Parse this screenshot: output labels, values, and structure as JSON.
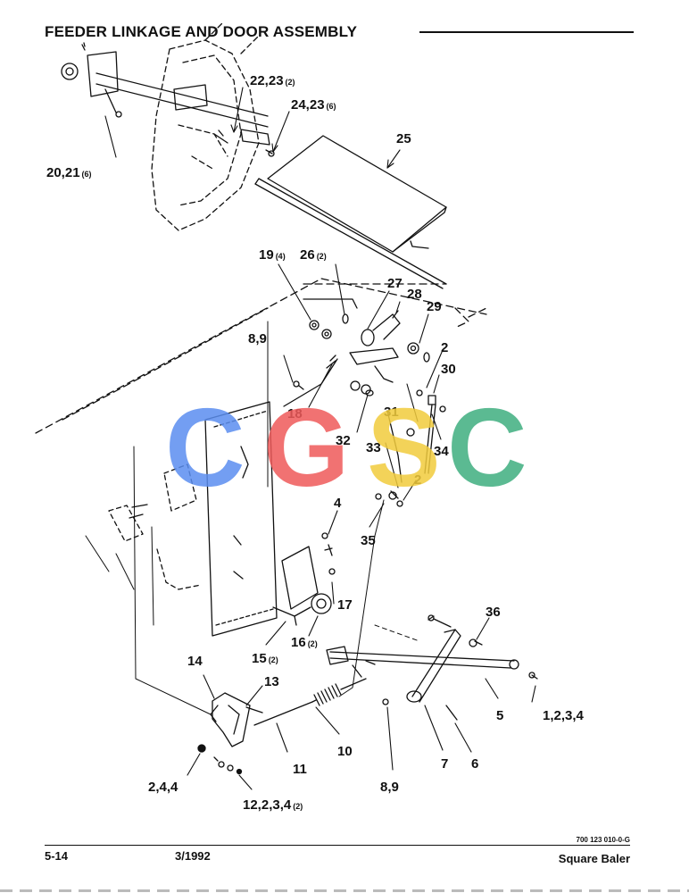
{
  "title": "FEEDER LINKAGE AND DOOR ASSEMBLY",
  "drawing_number": "700 123 010-0-G",
  "footer": {
    "page_number": "5-14",
    "date": "3/1992",
    "product": "Square Baler"
  },
  "watermark_text": "CGSC",
  "watermark_colors": [
    "#5b8ef0",
    "#ef5a5a",
    "#f2cc3d",
    "#3fae7f"
  ],
  "callouts": [
    {
      "id": "c-22-23",
      "num": "22,23",
      "qty": "(2)"
    },
    {
      "id": "c-24-23",
      "num": "24,23",
      "qty": "(6)"
    },
    {
      "id": "c-20-21",
      "num": "20,21",
      "qty": "(6)"
    },
    {
      "id": "c-25",
      "num": "25",
      "qty": ""
    },
    {
      "id": "c-19",
      "num": "19",
      "qty": "(4)"
    },
    {
      "id": "c-26",
      "num": "26",
      "qty": "(2)"
    },
    {
      "id": "c-27",
      "num": "27",
      "qty": ""
    },
    {
      "id": "c-28",
      "num": "28",
      "qty": ""
    },
    {
      "id": "c-29",
      "num": "29",
      "qty": ""
    },
    {
      "id": "c-8-9-top",
      "num": "8,9",
      "qty": ""
    },
    {
      "id": "c-2-top",
      "num": "2",
      "qty": ""
    },
    {
      "id": "c-30",
      "num": "30",
      "qty": ""
    },
    {
      "id": "c-18",
      "num": "18",
      "qty": ""
    },
    {
      "id": "c-31",
      "num": "31",
      "qty": ""
    },
    {
      "id": "c-32",
      "num": "32",
      "qty": ""
    },
    {
      "id": "c-33",
      "num": "33",
      "qty": ""
    },
    {
      "id": "c-34",
      "num": "34",
      "qty": ""
    },
    {
      "id": "c-2-mid",
      "num": "2",
      "qty": ""
    },
    {
      "id": "c-35",
      "num": "35",
      "qty": ""
    },
    {
      "id": "c-4",
      "num": "4",
      "qty": ""
    },
    {
      "id": "c-17",
      "num": "17",
      "qty": ""
    },
    {
      "id": "c-16",
      "num": "16",
      "qty": "(2)"
    },
    {
      "id": "c-15",
      "num": "15",
      "qty": "(2)"
    },
    {
      "id": "c-36",
      "num": "36",
      "qty": ""
    },
    {
      "id": "c-14",
      "num": "14",
      "qty": ""
    },
    {
      "id": "c-13",
      "num": "13",
      "qty": ""
    },
    {
      "id": "c-5",
      "num": "5",
      "qty": ""
    },
    {
      "id": "c-1-2-3-4",
      "num": "1,2,3,4",
      "qty": ""
    },
    {
      "id": "c-10",
      "num": "10",
      "qty": ""
    },
    {
      "id": "c-7",
      "num": "7",
      "qty": ""
    },
    {
      "id": "c-6",
      "num": "6",
      "qty": ""
    },
    {
      "id": "c-11",
      "num": "11",
      "qty": ""
    },
    {
      "id": "c-2-4-4",
      "num": "2,4,4",
      "qty": ""
    },
    {
      "id": "c-8-9-bottom",
      "num": "8,9",
      "qty": ""
    },
    {
      "id": "c-12",
      "num": "12,2,3,4",
      "qty": "(2)"
    }
  ]
}
